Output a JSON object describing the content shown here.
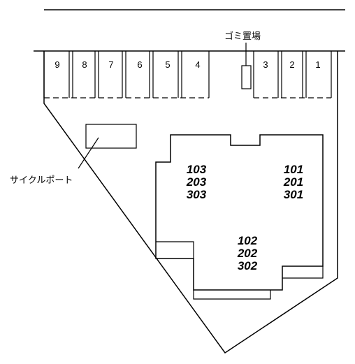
{
  "labels": {
    "garbage": "ゴミ置場",
    "cycle_port": "サイクルポート"
  },
  "parking_spaces": [
    "9",
    "8",
    "7",
    "6",
    "5",
    "4",
    "3",
    "2",
    "1"
  ],
  "units": {
    "left": [
      "103",
      "203",
      "303"
    ],
    "right": [
      "101",
      "201",
      "301"
    ],
    "bottom": [
      "102",
      "202",
      "302"
    ]
  }
}
